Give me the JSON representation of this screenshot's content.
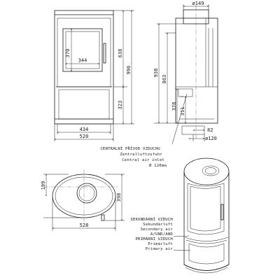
{
  "front_view": {
    "door_glass_height": "370",
    "door_glass_width": "344",
    "upper_height": "638",
    "total_height": "996",
    "lower_height": "323",
    "inner_width": "434",
    "total_width": "520"
  },
  "side_view": {
    "flue_diameter": "ø149",
    "flue_height": "938",
    "rear_outlet_height": "863",
    "air_inlet_height_1": "378",
    "air_inlet_height_2": "311",
    "air_inlet_offset": "82",
    "air_inlet_diameter": "ø120"
  },
  "central_air_label": [
    "CENTRÁLNÍ PŘÍVOD VZDUCHU",
    "Zentralluftzufuhr",
    "Central air inlet",
    "Ø 120mm"
  ],
  "top_view": {
    "depth_front": "199",
    "depth_total": "398",
    "width": "528"
  },
  "air_legend": [
    "SEKUNDÁRNÍ VZDUCH",
    "Sekundärluft",
    "Secondary air",
    "A/UND/AND",
    "PRIMÁRNÍ VZDUCH",
    "Primärluft",
    "Primary air"
  ]
}
